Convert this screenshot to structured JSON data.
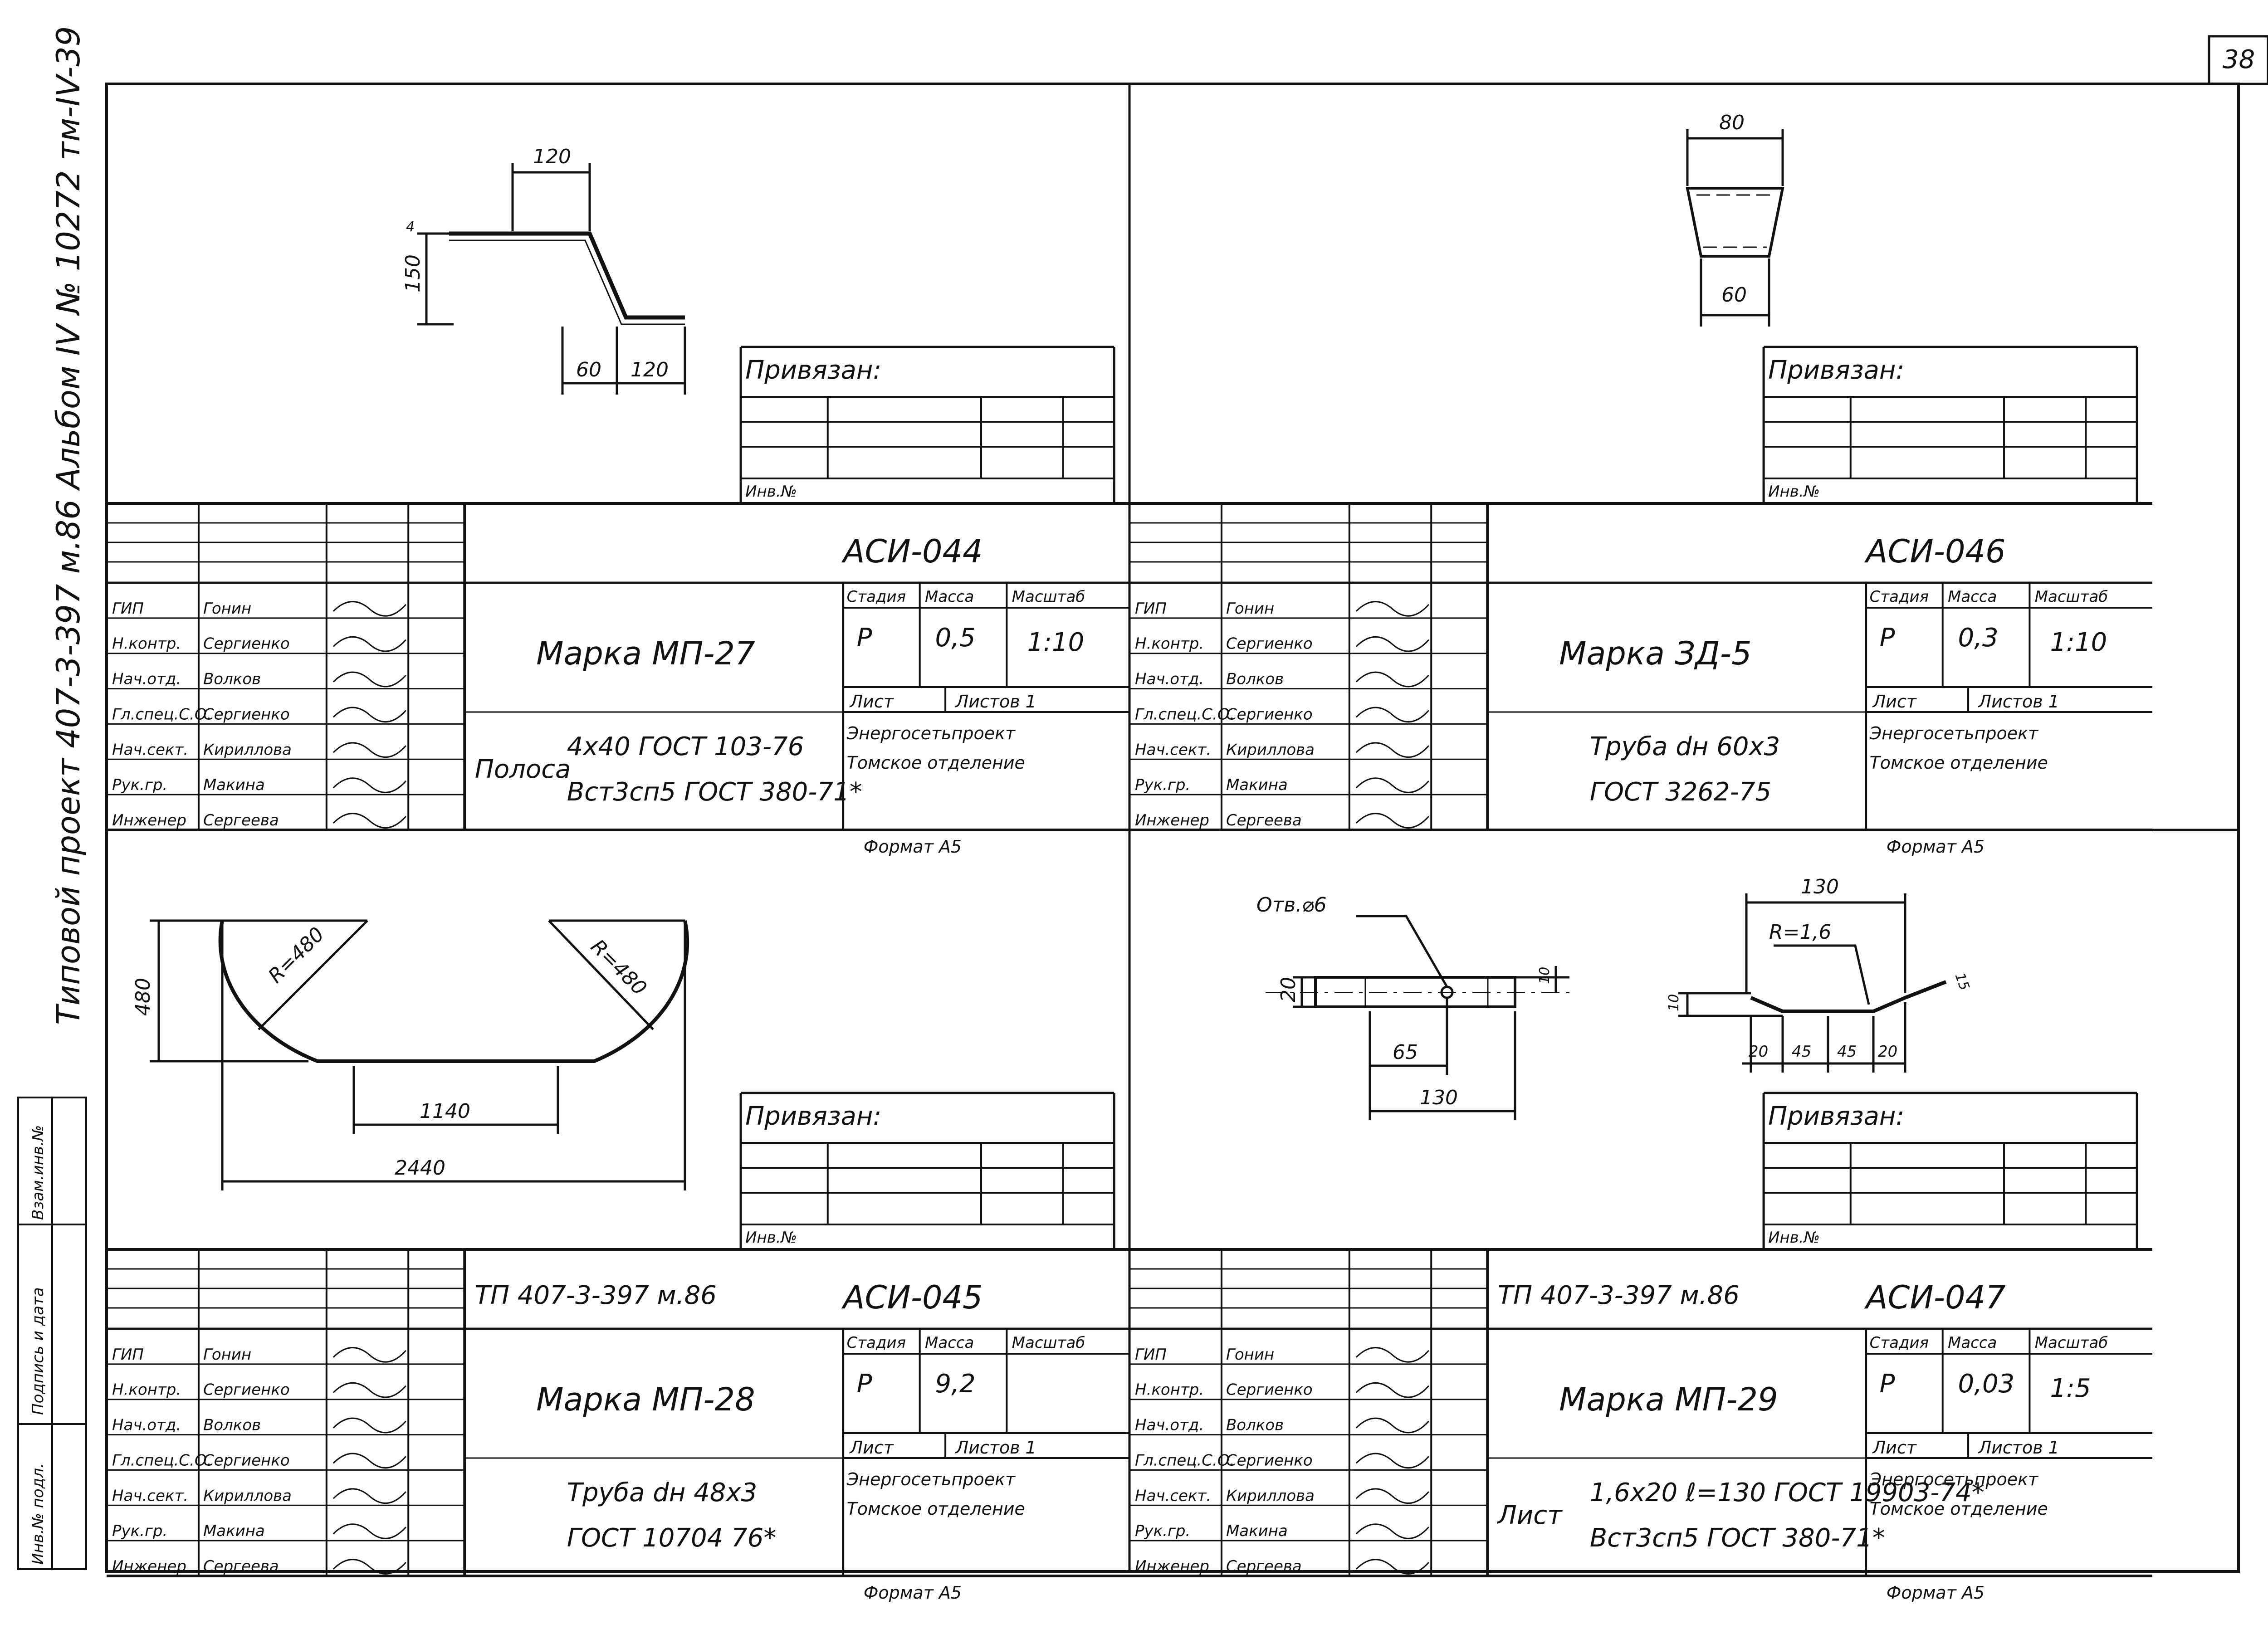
{
  "page_number": "38",
  "side": {
    "project_title": "Типовой проект 407-3-397 м.86 Альбом IV № 10272 тм-IV-39",
    "inv_podl": "Инв.№ подл.",
    "sign_date": "Подпись и дата",
    "vzam": "Взам.инв.№"
  },
  "common": {
    "bound": "Привязан:",
    "inv_no": "Инв.№",
    "stage_hdr": "Стадия",
    "mass_hdr": "Масса",
    "scale_hdr": "Масштаб",
    "sheet_lbl": "Лист",
    "sheets_lbl": "Листов 1",
    "org1": "Энергосетьпроект",
    "org2": "Томское отделение",
    "format": "Формат А5",
    "stage": "Р"
  },
  "people_roles": [
    "ГИП",
    "Н.контр.",
    "Нач.отд.",
    "Гл.спец.С.О.",
    "Нач.сект.",
    "Рук.гр.",
    "Инженер"
  ],
  "people_names": [
    "Гонин",
    "Сергиенко",
    "Волков",
    "Сергиенко",
    "Кириллова",
    "Макина",
    "Сергеева"
  ],
  "panels": [
    {
      "code": "АСИ-044",
      "project": "",
      "mark": "Марка МП-27",
      "mass": "0,5",
      "scale": "1:10",
      "material_prefix": "Полоса",
      "material1": "4х40 ГОСТ 103-76",
      "material2": "Вст3сп5 ГОСТ 380-71*",
      "dims": [
        "120",
        "4",
        "150",
        "60",
        "120"
      ]
    },
    {
      "code": "АСИ-046",
      "project": "",
      "mark": "Марка ЗД-5",
      "mass": "0,3",
      "scale": "1:10",
      "material_prefix": "",
      "material1": "Труба dн 60х3",
      "material2": "ГОСТ 3262-75",
      "dims": [
        "80",
        "60"
      ]
    },
    {
      "code": "АСИ-045",
      "project": "ТП 407-3-397 м.86",
      "mark": "Марка МП-28",
      "mass": "9,2",
      "scale": "",
      "material_prefix": "",
      "material1": "Труба dн 48х3",
      "material2": "ГОСТ 10704 76*",
      "dims": [
        "480",
        "R=480",
        "R=480",
        "1140",
        "2440"
      ]
    },
    {
      "code": "АСИ-047",
      "project": "ТП 407-3-397 м.86",
      "mark": "Марка МП-29",
      "mass": "0,03",
      "scale": "1:5",
      "material_prefix": "Лист",
      "material1": "1,6х20 ℓ=130 ГОСТ 19903-74*",
      "material2": "Вст3сп5 ГОСТ 380-71*",
      "dims": [
        "Отв.⌀6",
        "20",
        "10",
        "65",
        "130",
        "130",
        "R=1,6",
        "10",
        "20",
        "45",
        "45",
        "20",
        "15"
      ]
    }
  ]
}
